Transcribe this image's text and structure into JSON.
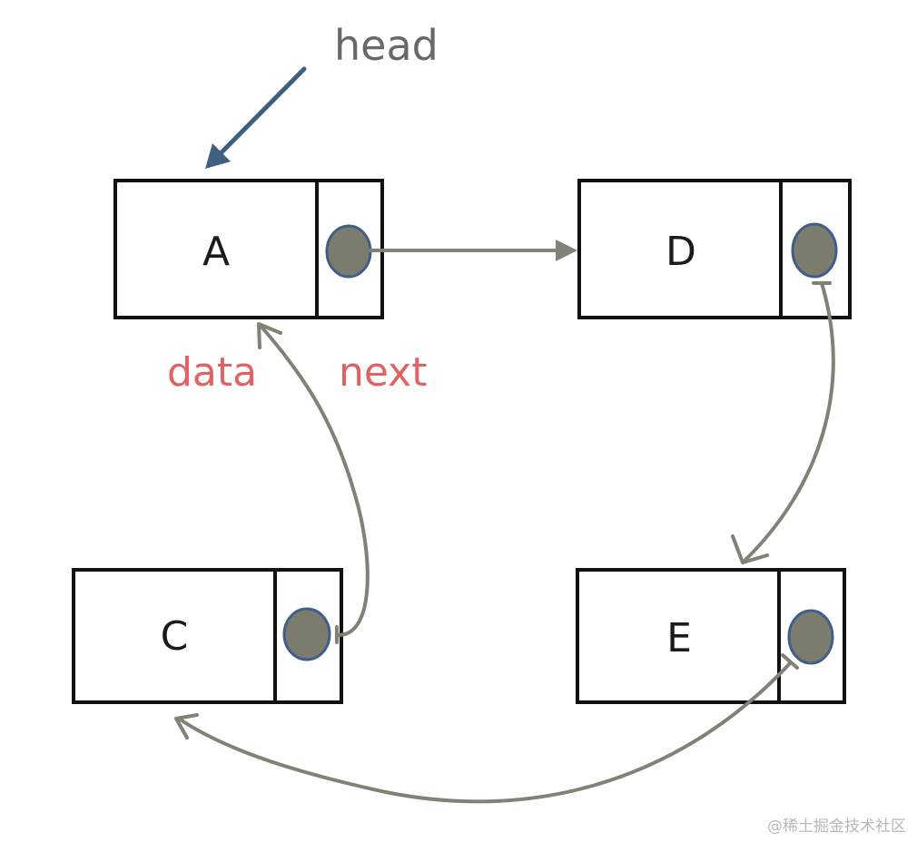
{
  "labels": {
    "head": "head",
    "data": "data",
    "next": "next"
  },
  "nodes": {
    "A": "A",
    "D": "D",
    "C": "C",
    "E": "E"
  },
  "watermark": "@稀土掘金技术社区",
  "colors": {
    "box_stroke": "#111111",
    "pointer_fill": "#7b7c6d",
    "pointer_stroke": "#3f5f8a",
    "link": "#7f8275",
    "head_arrow": "#3f5f7f",
    "field_label": "#e06262",
    "head_label": "#666a66"
  }
}
